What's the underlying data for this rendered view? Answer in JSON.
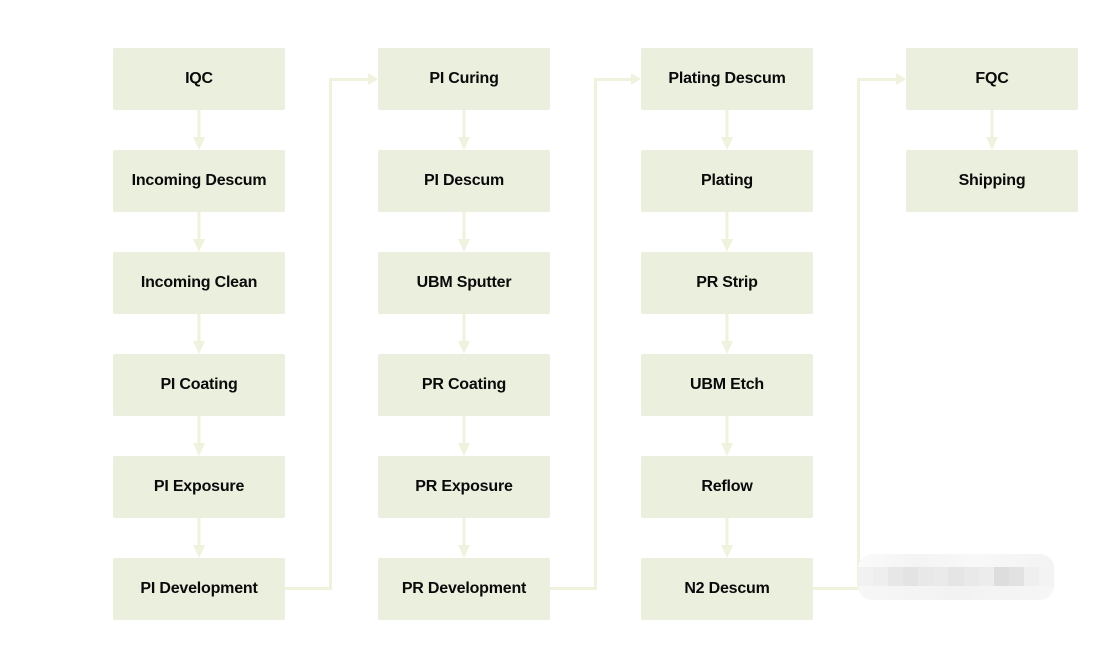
{
  "flowchart": {
    "columns": [
      {
        "name": "column-1",
        "boxes": [
          "IQC",
          "Incoming Descum",
          "Incoming Clean",
          "PI Coating",
          "PI Exposure",
          "PI Development"
        ]
      },
      {
        "name": "column-2",
        "boxes": [
          "PI Curing",
          "PI Descum",
          "UBM Sputter",
          "PR Coating",
          "PR Exposure",
          "PR Development"
        ]
      },
      {
        "name": "column-3",
        "boxes": [
          "Plating Descum",
          "Plating",
          "PR Strip",
          "UBM Etch",
          "Reflow",
          "N2 Descum"
        ]
      },
      {
        "name": "column-4",
        "boxes": [
          "FQC",
          "Shipping"
        ]
      }
    ],
    "connections_between_columns": [
      "PI Development -> PI Curing",
      "PR Development -> Plating Descum",
      "N2 Descum -> FQC"
    ],
    "colors": {
      "box_fill": "#ebefde",
      "connector": "#f0f2de",
      "text": "#0a0a0a",
      "background": "#ffffff"
    }
  },
  "watermark": {
    "type": "pixelated-blur",
    "gray_tones": [
      "#f3f3f3",
      "#eaeaea",
      "#e3e3e3",
      "#dddddd"
    ]
  }
}
